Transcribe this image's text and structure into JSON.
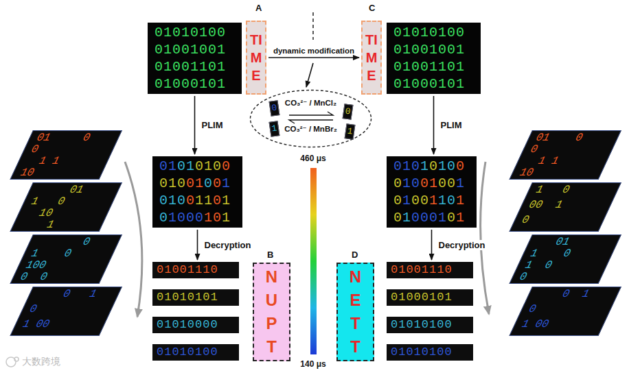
{
  "diagram": {
    "nodes": [
      {
        "text": [
          "01010100",
          "01001001",
          "01001101",
          "01000101"
        ]
      },
      {
        "text": [
          "TIME"
        ]
      },
      {
        "text": [
          "TIME"
        ]
      },
      {
        "text": [
          "01010100",
          "01001001",
          "01001101",
          "01000101"
        ]
      },
      {
        "text": [
          "CO₃²⁻ / MnCl₂",
          "CO₃²⁻ / MnBr₂"
        ]
      },
      {
        "text": [
          "0"
        ],
        "in": 4
      },
      {
        "text": [
          "0"
        ],
        "in": 4
      },
      {
        "text": [
          "1"
        ],
        "in": 4
      },
      {
        "text": [
          "1"
        ],
        "in": 4
      },
      {
        "text": [
          "01     0",
          "0",
          "  1 1",
          "10"
        ]
      },
      {
        "text": [
          "     01",
          "1   0",
          "  10",
          "    1"
        ]
      },
      {
        "text": [
          "       0",
          "1    0",
          "100",
          "0  0"
        ]
      },
      {
        "text": [
          "    0   1",
          "0",
          "1 00"
        ]
      },
      {
        "text": [
          "01010100",
          "01001001",
          "01001101",
          "01000101"
        ]
      },
      {
        "text": [
          "01010100",
          "01001001",
          "01001101",
          "01000101"
        ]
      },
      {
        "text": [
          "01    0",
          "0",
          "  1 1",
          "10"
        ]
      },
      {
        "text": [
          "1   0",
          "00  1",
          "0"
        ]
      },
      {
        "text": [
          "   01",
          "1    0",
          "1  0",
          "0"
        ]
      },
      {
        "text": [
          "    0  1",
          "0",
          "1 00"
        ]
      },
      {
        "text": [
          "01001110"
        ]
      },
      {
        "text": [
          "01010101"
        ]
      },
      {
        "text": [
          "01010000"
        ]
      },
      {
        "text": [
          "01010100"
        ]
      },
      {
        "text": [
          "NUPT"
        ]
      },
      {
        "text": [
          "NETT"
        ]
      },
      {
        "text": [
          "01001110"
        ]
      },
      {
        "text": [
          "01000101"
        ]
      },
      {
        "text": [
          "01010100"
        ]
      },
      {
        "text": [
          "01010100"
        ]
      }
    ],
    "edges": [
      {
        "from": 0,
        "to": 13,
        "label": "PLIM",
        "arrow": "to"
      },
      {
        "from": 1,
        "to": 2,
        "label": "dynamic modification",
        "arrow": "to"
      },
      {
        "from": 3,
        "to": 14,
        "label": "PLIM",
        "arrow": "to"
      },
      {
        "from": 13,
        "to": 19,
        "label": "Decryption",
        "arrow": "to"
      },
      {
        "from": 14,
        "to": 25,
        "label": "Decryption",
        "arrow": "to"
      }
    ],
    "labels": [
      "A",
      "C",
      "B",
      "D",
      "460 μs",
      "140 μs",
      "大数跨境"
    ]
  }
}
